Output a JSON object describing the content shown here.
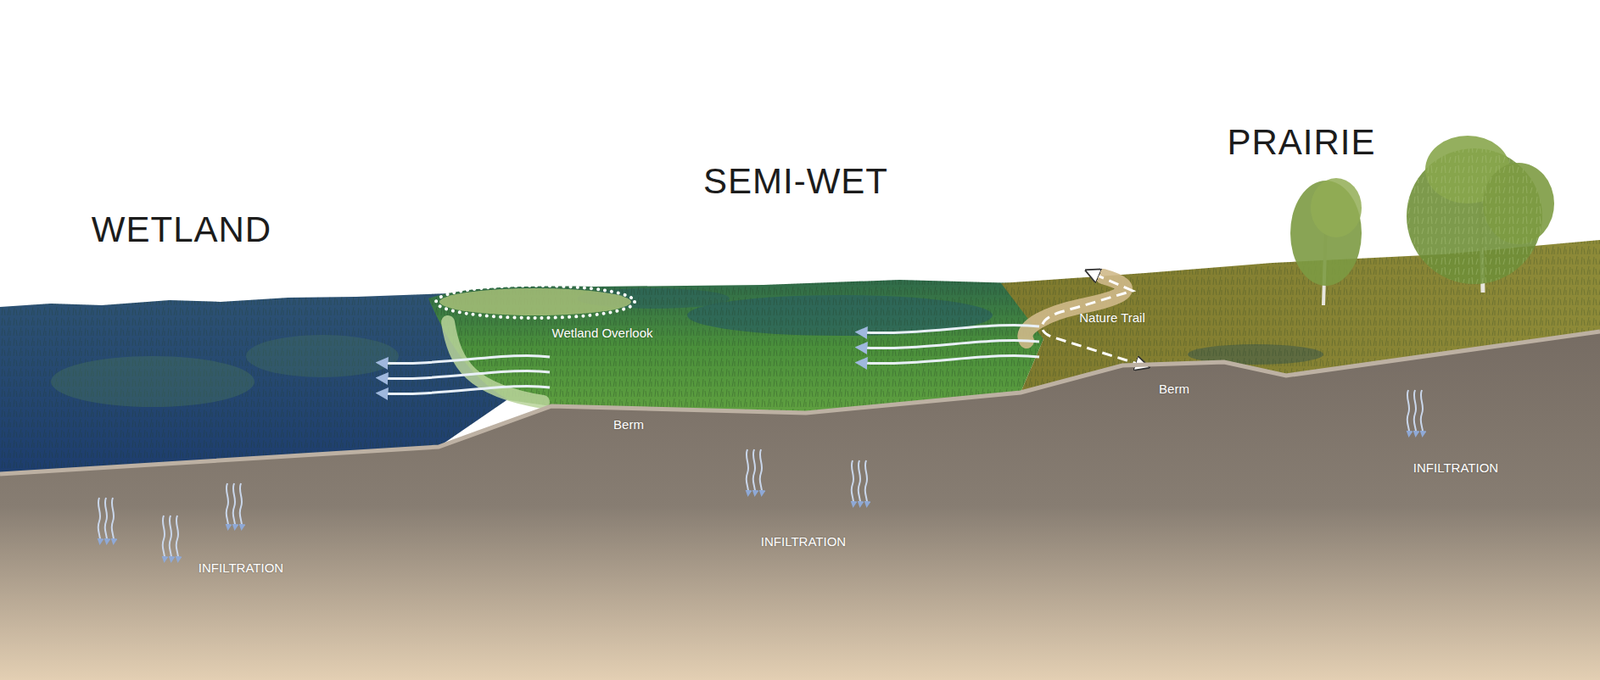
{
  "diagram": {
    "labels": [
      "WETLAND",
      "SEMI-WET",
      "PRAIRIE",
      "Wetland Overlook",
      "Nature Trail",
      "Berm",
      "Berm",
      "INFILTRATION",
      "INFILTRATION",
      "INFILTRATION"
    ]
  }
}
